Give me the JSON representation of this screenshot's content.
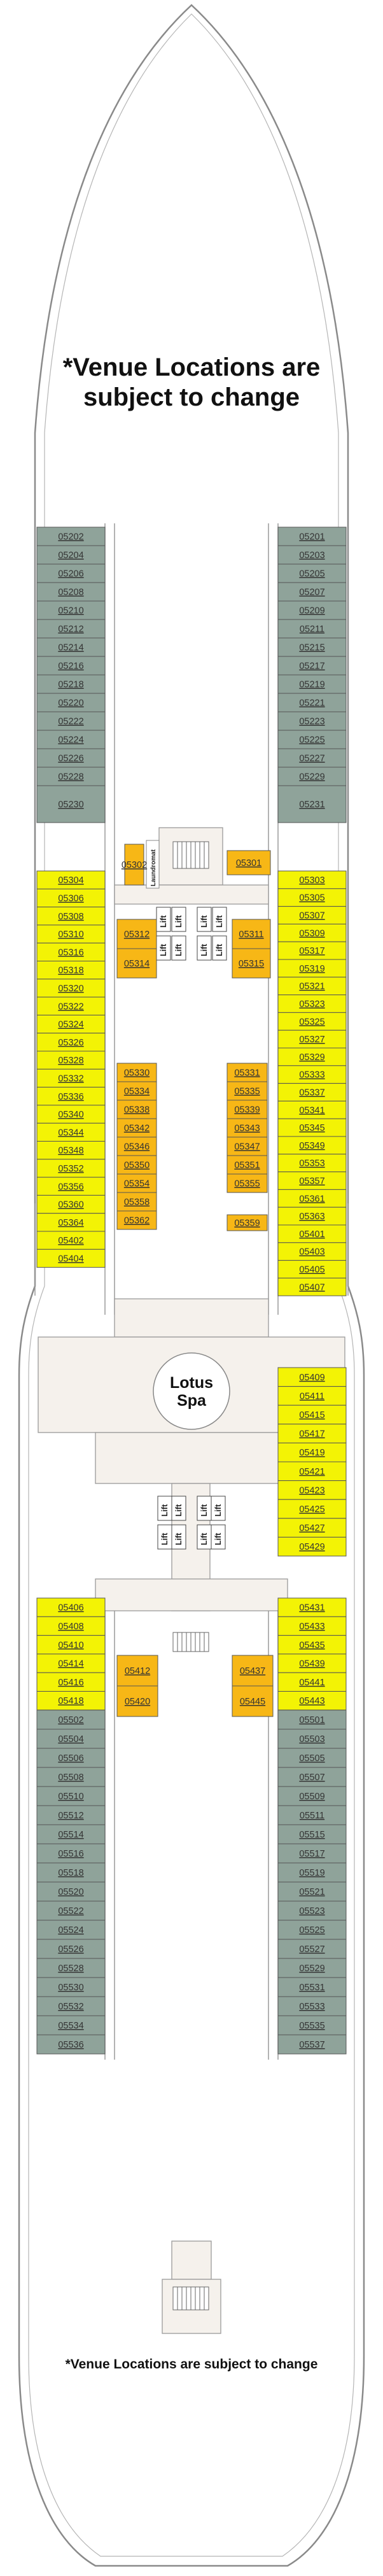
{
  "notice": {
    "top_line1": "*Venue Locations are",
    "top_line2": "subject to change",
    "bottom": "*Venue Locations are subject to change"
  },
  "venues": {
    "spa_line1": "Lotus",
    "spa_line2": "Spa",
    "laundromat": "Laundromat",
    "lift": "Lift"
  },
  "colors": {
    "hull_stroke": "#8a8a8a",
    "interior_fill": "#f5f1ec",
    "inside_cabin": "#8fa39a",
    "balcony_cabin": "#f3f305",
    "suite_cabin": "#f7b716",
    "cabin_border": "#555555"
  },
  "cabins": {
    "fwd_port": [
      "05202",
      "05204",
      "05206",
      "05208",
      "05210",
      "05212",
      "05214",
      "05216",
      "05218",
      "05220",
      "05222",
      "05224",
      "05226",
      "05228",
      "05230"
    ],
    "fwd_starboard": [
      "05201",
      "05203",
      "05205",
      "05207",
      "05209",
      "05211",
      "05215",
      "05217",
      "05219",
      "05221",
      "05223",
      "05225",
      "05227",
      "05229",
      "05231"
    ],
    "mid_port": [
      "05304",
      "05306",
      "05308",
      "05310",
      "05316",
      "05318",
      "05320",
      "05322",
      "05324",
      "05326",
      "05328",
      "05332",
      "05336",
      "05340",
      "05344",
      "05348",
      "05352",
      "05356",
      "05360",
      "05364",
      "05402",
      "05404"
    ],
    "mid_starboard": [
      "05303",
      "05305",
      "05307",
      "05309",
      "05317",
      "05319",
      "05321",
      "05323",
      "05325",
      "05327",
      "05329",
      "05333",
      "05337",
      "05341",
      "05345",
      "05349",
      "05353",
      "05357",
      "05361",
      "05363",
      "05401",
      "05403",
      "05405",
      "05407"
    ],
    "mid_starboard_lower": [
      "05409",
      "05411",
      "05415",
      "05417",
      "05419",
      "05421",
      "05423",
      "05425",
      "05427",
      "05429"
    ],
    "suite_inner_port_top": [
      "05312",
      "05314"
    ],
    "suite_inner_starboard_top": [
      "05311",
      "05315"
    ],
    "suite_inner_port": [
      "05330",
      "05334",
      "05338",
      "05342",
      "05346",
      "05350",
      "05354",
      "05358",
      "05362"
    ],
    "suite_inner_starboard": [
      "05331",
      "05335",
      "05339",
      "05343",
      "05347",
      "05351",
      "05355"
    ],
    "suite_single_fwd_port": "05302",
    "suite_single_fwd_starboard": "05301",
    "suite_single_mid_starboard": "05359",
    "aft_port_balcony": [
      "05406",
      "05408",
      "05410",
      "05414",
      "05416",
      "05418"
    ],
    "aft_starboard_balcony": [
      "05431",
      "05433",
      "05435",
      "05439",
      "05441",
      "05443"
    ],
    "aft_inner_port": [
      "05412",
      "05420"
    ],
    "aft_inner_starboard": [
      "05437",
      "05445"
    ],
    "aft_port": [
      "05502",
      "05504",
      "05506",
      "05508",
      "05510",
      "05512",
      "05514",
      "05516",
      "05518",
      "05520",
      "05522",
      "05524",
      "05526",
      "05528",
      "05530",
      "05532",
      "05534",
      "05536"
    ],
    "aft_starboard": [
      "05501",
      "05503",
      "05505",
      "05507",
      "05509",
      "05511",
      "05515",
      "05517",
      "05519",
      "05521",
      "05523",
      "05525",
      "05527",
      "05529",
      "05531",
      "05533",
      "05535",
      "05537"
    ]
  }
}
